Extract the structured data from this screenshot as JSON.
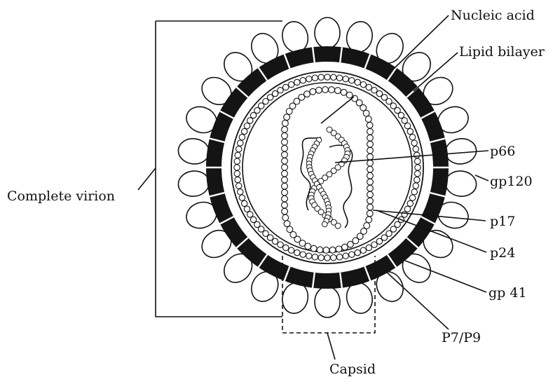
{
  "diagram": {
    "labels": {
      "nucleic_acid": "Nucleic acid",
      "lipid_bilayer": "Lipid bilayer",
      "p66": "p66",
      "gp120": "gp120",
      "p17": "p17",
      "p24": "p24",
      "gp41": "gp 41",
      "p7p9": "P7/P9",
      "complete_virion": "Complete virion",
      "capsid": "Capsid"
    }
  }
}
